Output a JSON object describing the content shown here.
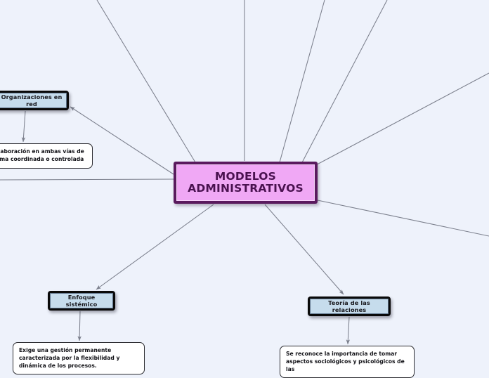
{
  "diagram": {
    "type": "mind-map",
    "background_color": "#eef2fb",
    "center": {
      "label": "MODELOS ADMINISTRATIVOS",
      "line1": "MODELOS",
      "line2": "ADMINISTRATIVOS",
      "fill_color": "#f0a8f5",
      "border_color": "#5a1a5e",
      "text_color": "#4a1250"
    },
    "topics": [
      {
        "id": "organizaciones",
        "label": "Organizaciones en red",
        "fill_color": "#c6dcec",
        "border_color": "#0a0a0a",
        "detail": "Colaboración en ambas vías de forma coordinada o controlada"
      },
      {
        "id": "enfoque",
        "label": "Enfoque sistémico",
        "fill_color": "#c6dcec",
        "border_color": "#0a0a0a",
        "detail": "Exige una gestión permanente caracterizada por la flexibilidad y dinámica de los procesos."
      },
      {
        "id": "teoria",
        "label": "Teoría de las relaciones",
        "fill_color": "#c6dcec",
        "border_color": "#0a0a0a",
        "detail": "Se reconoce la importancia de tomar aspectos sociológicos y psicológicos de las"
      }
    ],
    "connector_color": "#7b7f8c"
  }
}
